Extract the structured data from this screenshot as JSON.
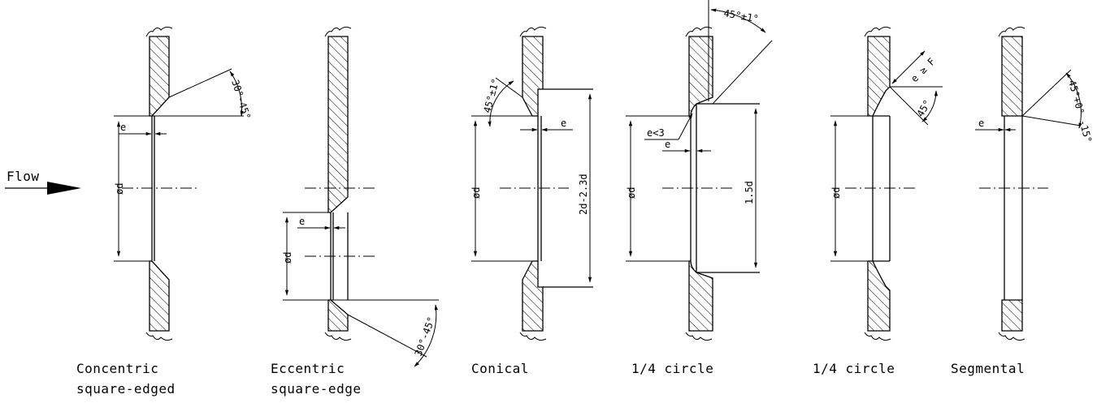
{
  "flow_label": "Flow",
  "plates": [
    {
      "caption_line1": "Concentric",
      "caption_line2": "square-edged",
      "diameter_label": "ød",
      "thickness_label": "e",
      "angle_label": "30°-45°"
    },
    {
      "caption_line1": "Eccentric",
      "caption_line2": "square-edge",
      "diameter_label": "ød",
      "thickness_label": "e",
      "angle_label": "30°-45°"
    },
    {
      "caption_line1": "Conical",
      "diameter_label": "ød",
      "thickness_label": "e",
      "angle_label": "45°±1°",
      "outer_label": "2d-2.3d"
    },
    {
      "caption_line1": "1/4 circle",
      "diameter_label": "ød",
      "thickness_label": "e",
      "radius_label": "e<3",
      "angle_label": "45°±1°",
      "outer_label": "1.5d"
    },
    {
      "caption_line1": "1/4 circle",
      "diameter_label": "ød",
      "radius_label": "e ≥ F",
      "angle_label": "45°"
    },
    {
      "caption_line1": "Segmental",
      "thickness_label": "e",
      "angle_label": "45°+0° -15°"
    }
  ]
}
